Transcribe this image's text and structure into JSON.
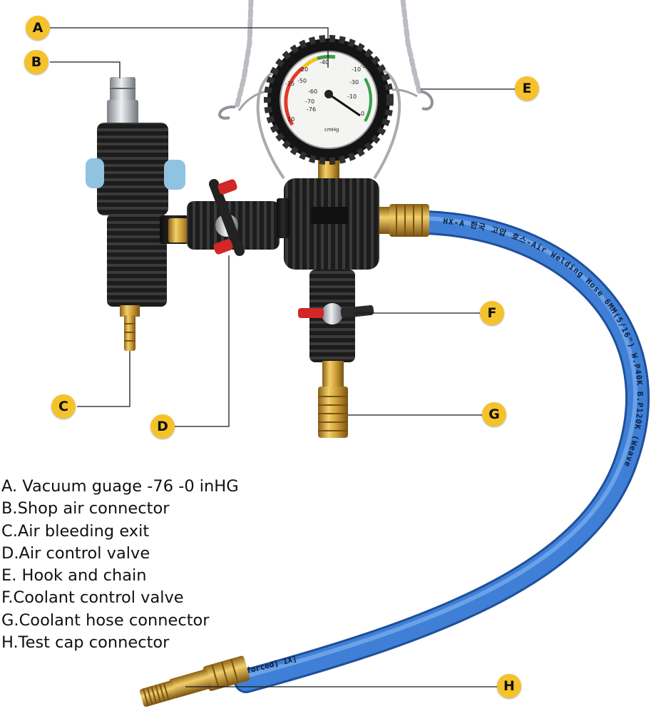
{
  "callouts": [
    {
      "letter": "A"
    },
    {
      "letter": "B"
    },
    {
      "letter": "C"
    },
    {
      "letter": "D"
    },
    {
      "letter": "E"
    },
    {
      "letter": "F"
    },
    {
      "letter": "G"
    },
    {
      "letter": "H"
    }
  ],
  "gauge": {
    "scale_labels": [
      "-20",
      "-10",
      "-25",
      "-30",
      "-40",
      "-50",
      "-60",
      "-70",
      "-76",
      "-10",
      "-5",
      "10",
      "0"
    ],
    "unit": "cmHg"
  },
  "hose_print": {
    "text": "HX-A 한국 고압 호스-Air Welding Hose 6MM(5/16\") W.P40K B.P120K (Weave",
    "end_text": "nforced] 1X]"
  },
  "legend": [
    "A. Vacuum guage -76 -0 inHG",
    "B.Shop air connector",
    "C.Air bleeding exit",
    "D.Air control valve",
    "E. Hook and chain",
    "F.Coolant control valve",
    "G.Coolant hose connector",
    "H.Test cap connector"
  ],
  "colors": {
    "badge": "#f6c22c",
    "hose": "#3f7fd6",
    "body": "#1e1e1e",
    "brass": "#c99a34",
    "valve_handle": "#d32626",
    "blue_button": "#8fc3e0"
  }
}
